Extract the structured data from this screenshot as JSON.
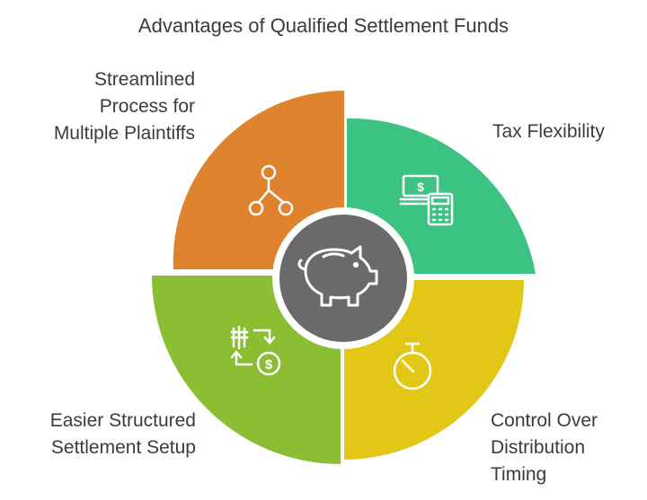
{
  "title": "Advantages of Qualified Settlement Funds",
  "center": {
    "icon": "piggy-bank-icon"
  },
  "quadrants": [
    {
      "id": "top-left",
      "lines": [
        "Streamlined",
        "Process for",
        "Multiple Plaintiffs"
      ],
      "color": "#E0832F",
      "icon": "hierarchy-nodes-icon"
    },
    {
      "id": "top-right",
      "lines": [
        "Tax Flexibility"
      ],
      "color": "#3CC281",
      "icon": "money-calculator-icon"
    },
    {
      "id": "bottom-left",
      "lines": [
        "Easier Structured",
        "Settlement Setup"
      ],
      "color": "#8BBE33",
      "icon": "exchange-dollar-icon"
    },
    {
      "id": "bottom-right",
      "lines": [
        "Control Over",
        "Distribution",
        "Timing"
      ],
      "color": "#E3C716",
      "icon": "stopwatch-icon"
    }
  ],
  "colors": {
    "center": "#6A6A6A",
    "icon_stroke": "#FFFFFF",
    "text": "#3B3B3B"
  }
}
